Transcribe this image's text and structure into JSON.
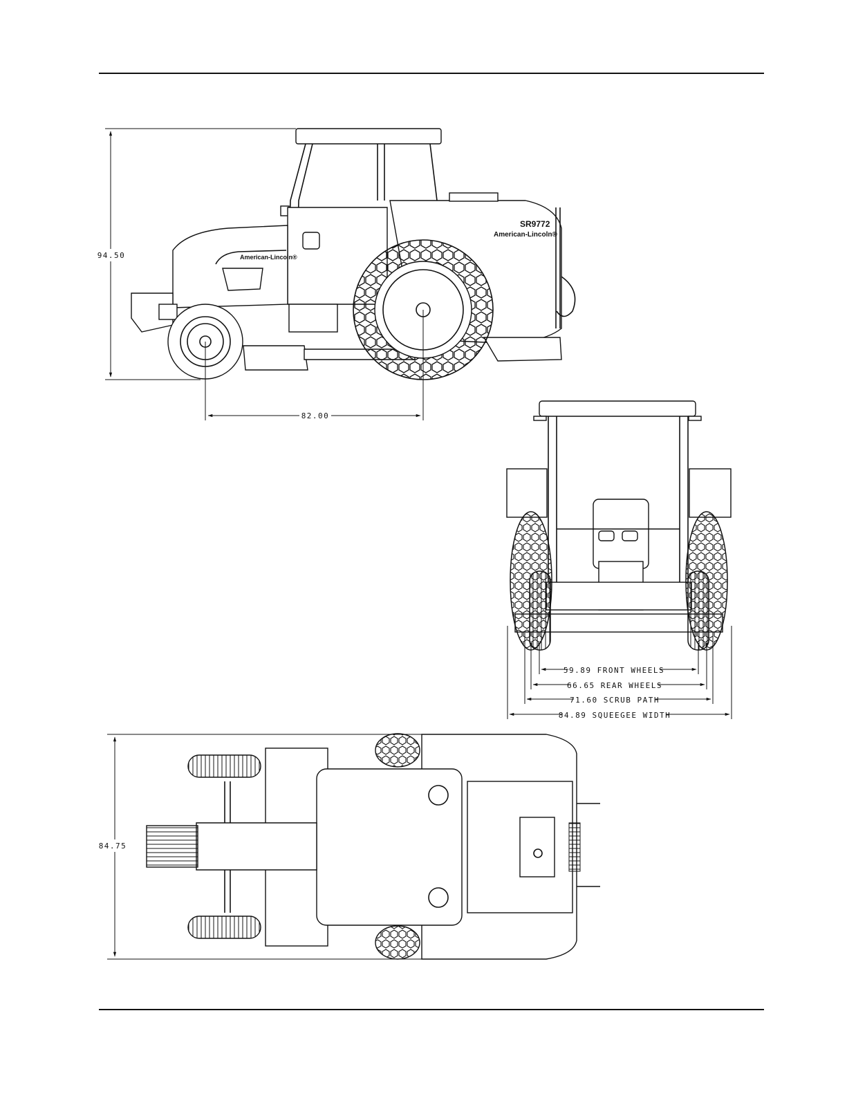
{
  "side_view": {
    "height_dim": "94.50",
    "wheelbase_dim": "82.00",
    "model_label": "SR9772",
    "brand_rear": "American-Lincoln®",
    "brand_hood": "American-Lincoln®"
  },
  "rear_view": {
    "dims": [
      {
        "value": "59.89 FRONT WHEELS"
      },
      {
        "value": "66.65 REAR WHEELS"
      },
      {
        "value": "71.60 SCRUB PATH"
      },
      {
        "value": "84.89 SQUEEGEE WIDTH"
      }
    ]
  },
  "top_view": {
    "width_dim": "84.75"
  }
}
